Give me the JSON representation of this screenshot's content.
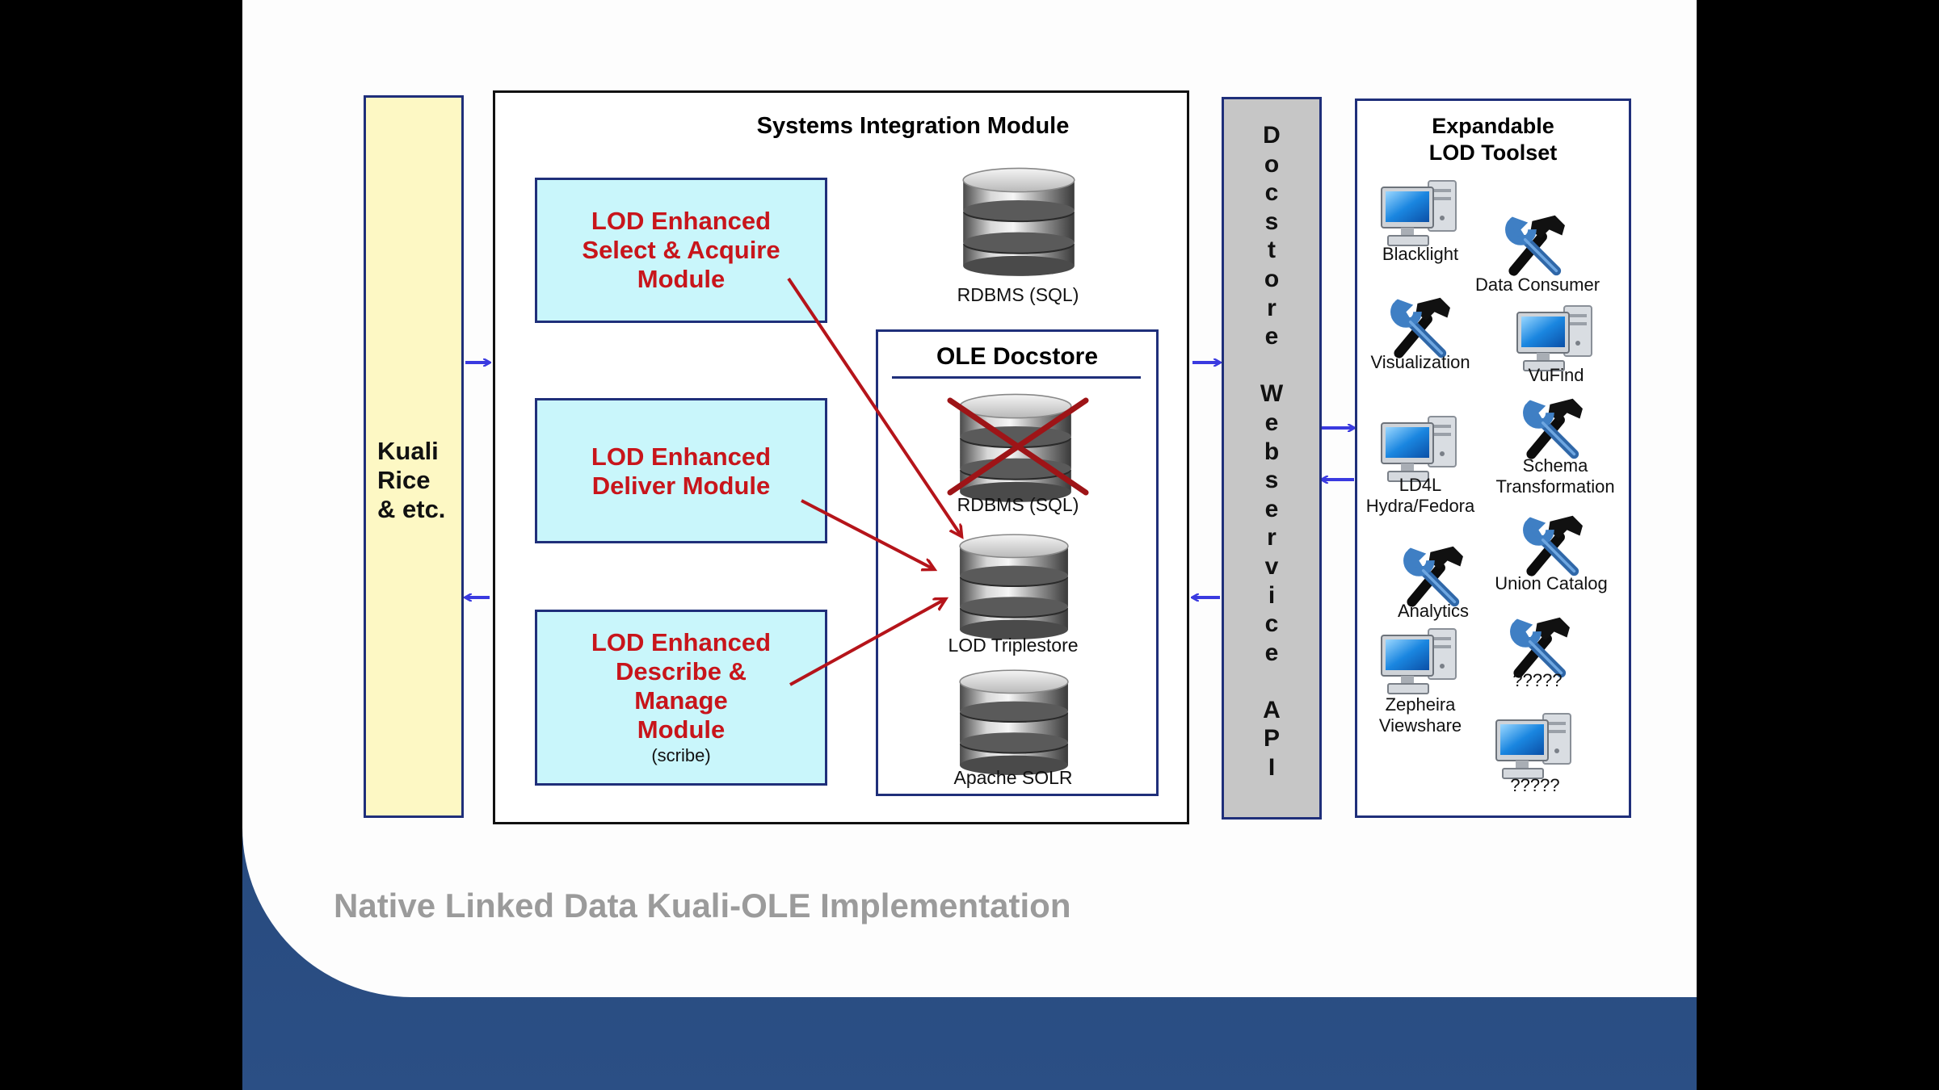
{
  "kuali": {
    "label_lines": [
      "Kuali",
      "Rice",
      "& etc."
    ]
  },
  "sim": {
    "title": "Systems Integration Module",
    "modules": [
      {
        "lines": [
          "LOD Enhanced",
          "Select & Acquire",
          "Module"
        ],
        "sub": ""
      },
      {
        "lines": [
          "LOD Enhanced",
          "Deliver Module"
        ],
        "sub": ""
      },
      {
        "lines": [
          "LOD Enhanced",
          "Describe &",
          "Manage",
          "Module"
        ],
        "sub": "(scribe)"
      }
    ],
    "rdbms_top": "RDBMS (SQL)"
  },
  "docstore": {
    "title": "OLE Docstore",
    "rdbms": "RDBMS (SQL)",
    "triplestore": "LOD Triplestore",
    "solr": "Apache SOLR"
  },
  "api": {
    "vertical_text": "Docstore Webservice API"
  },
  "toolset": {
    "title_lines": [
      "Expandable",
      "LOD Toolset"
    ],
    "items": [
      {
        "label": "Blacklight",
        "icon": "computer-icon"
      },
      {
        "label": "Data Consumer",
        "icon": "tools-icon"
      },
      {
        "label": "Visualization",
        "icon": "tools-icon"
      },
      {
        "label": "VuFind",
        "icon": "computer-icon"
      },
      {
        "label": "LD4L\nHydra/Fedora",
        "icon": "computer-icon"
      },
      {
        "label": "Schema\nTransformation",
        "icon": "tools-icon"
      },
      {
        "label": "Analytics",
        "icon": "tools-icon"
      },
      {
        "label": "Union Catalog",
        "icon": "tools-icon"
      },
      {
        "label": "?????",
        "icon": "tools-icon"
      },
      {
        "label": "Zepheira\nViewshare",
        "icon": "computer-icon"
      },
      {
        "label": "?????",
        "icon": "computer-icon"
      }
    ]
  },
  "footer": {
    "caption": "Native Linked Data Kuali-OLE Implementation"
  },
  "colors": {
    "module_fill": "#c9f6fb",
    "module_text": "#c8151b",
    "kuali_fill": "#fdf8c4",
    "api_fill": "#c6c6c6",
    "border_navy": "#1f2f7a",
    "arrow_blue": "#3a3ae0",
    "arrow_red": "#b5141a"
  }
}
